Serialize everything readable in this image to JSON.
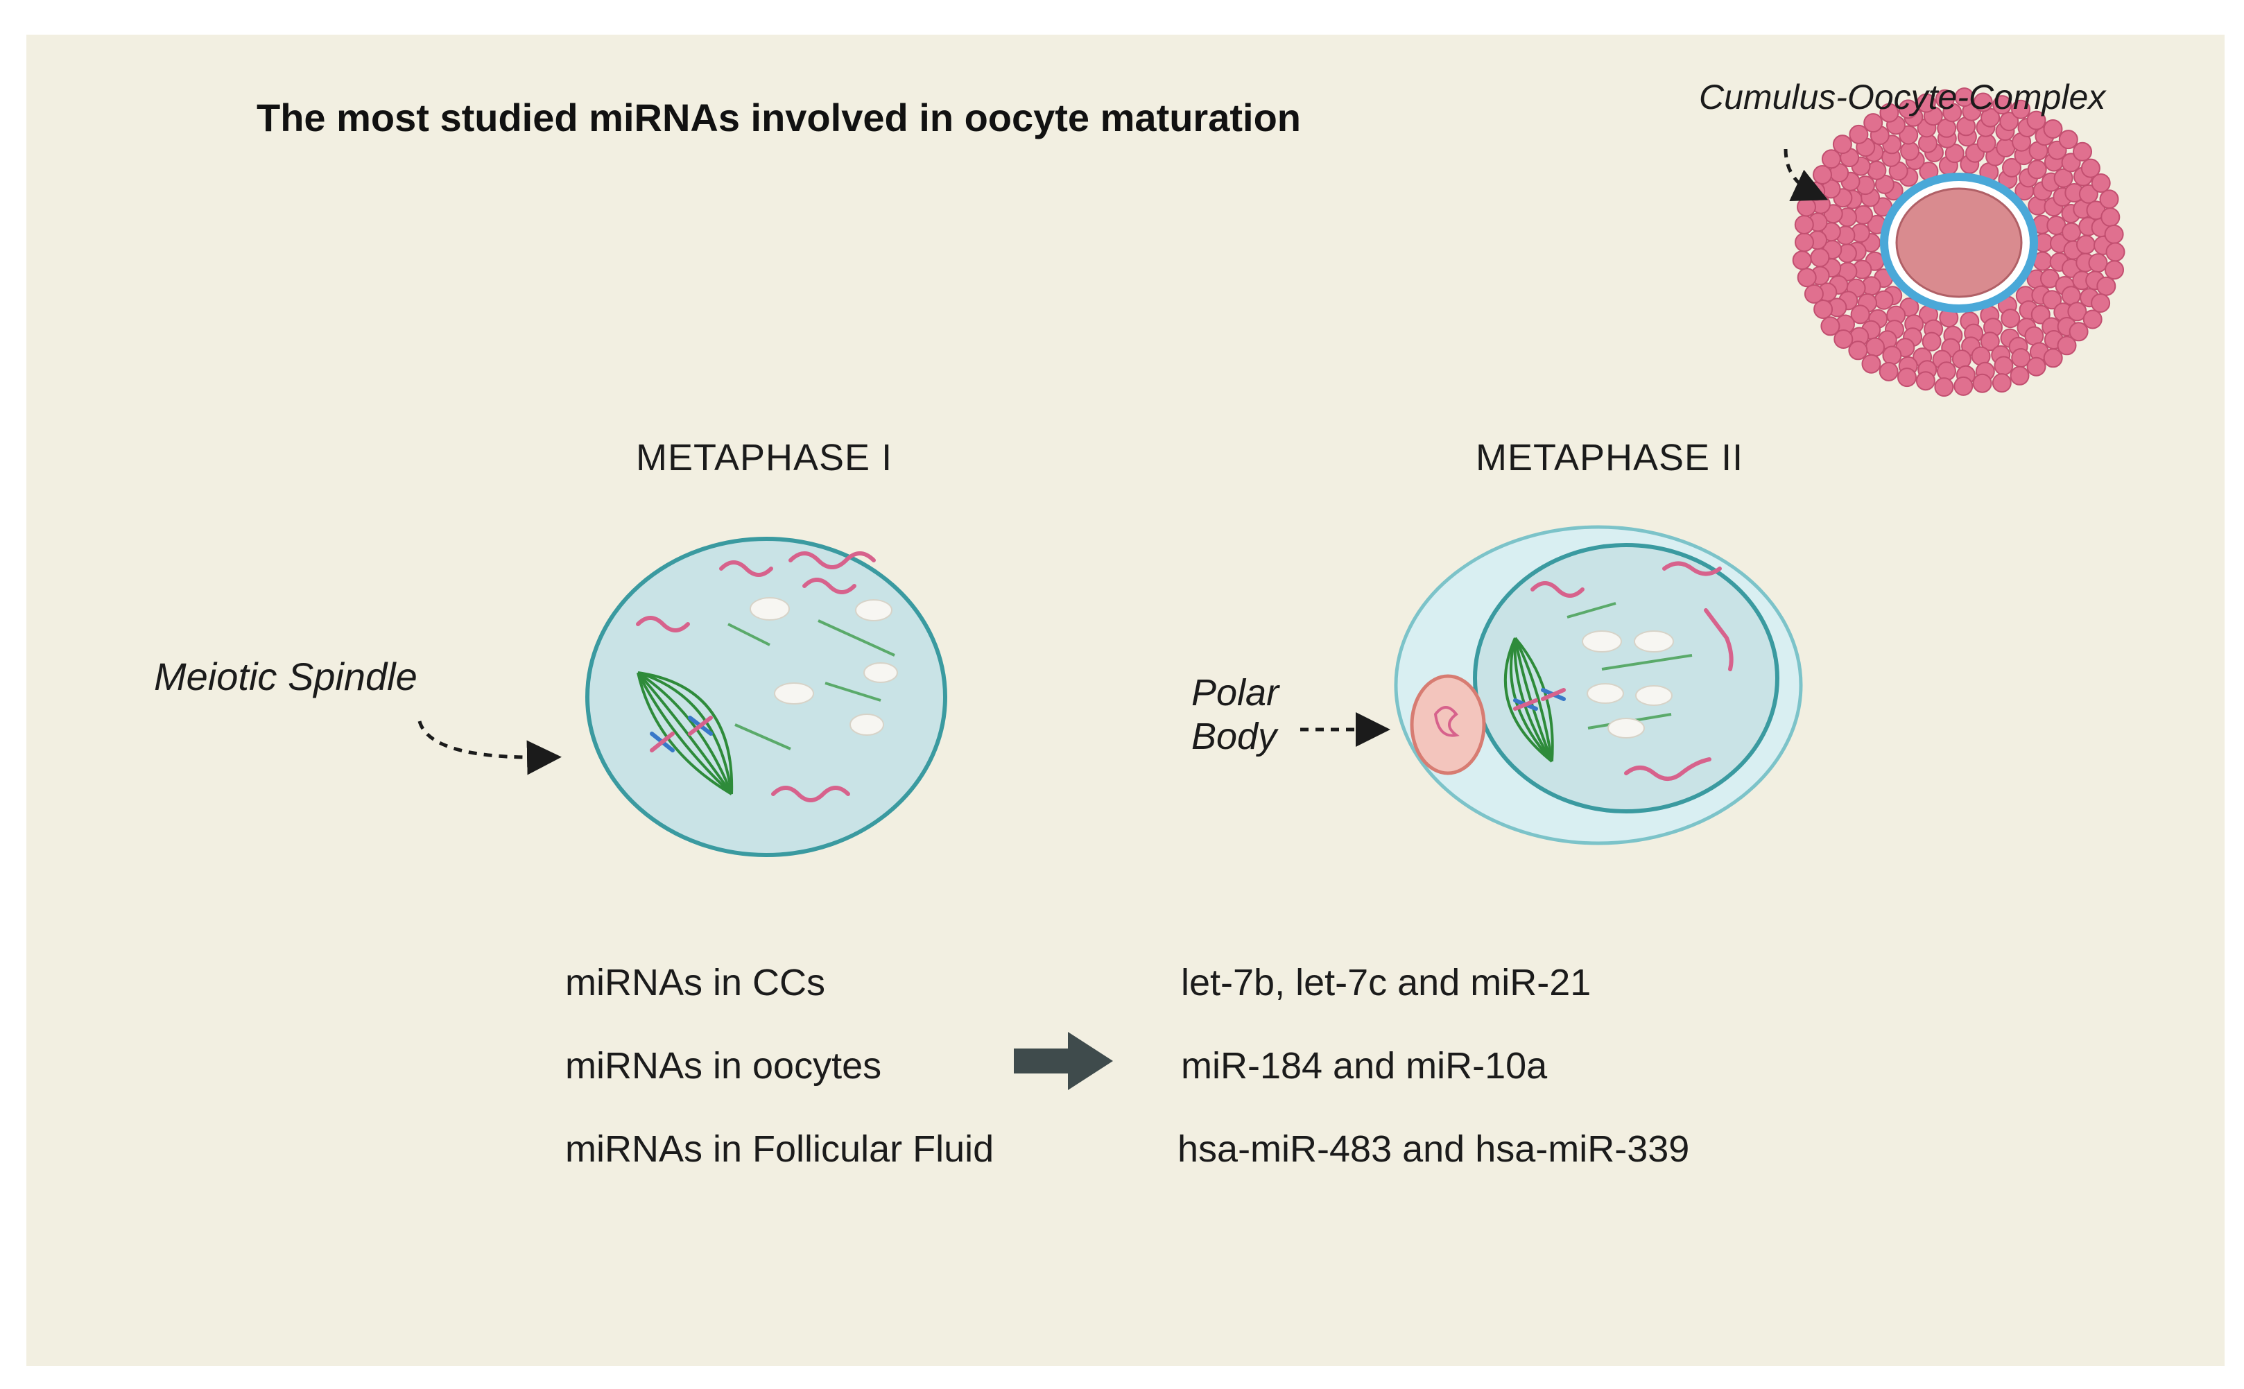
{
  "title": "The most studied miRNAs involved in oocyte maturation",
  "labels": {
    "coc": "Cumulus-Oocyte-Complex",
    "metaphase_1": "METAPHASE I",
    "metaphase_2": "METAPHASE II",
    "meiotic_spindle": "Meiotic Spindle",
    "polar_body_line1": "Polar",
    "polar_body_line2": "Body"
  },
  "mirna_rows": [
    {
      "source": "miRNAs in CCs",
      "mirnas": "let-7b, let-7c and miR-21"
    },
    {
      "source": "miRNAs in oocytes",
      "mirnas": "miR-184 and miR-10a"
    },
    {
      "source": "miRNAs in Follicular Fluid",
      "mirnas": "hsa-miR-483 and hsa-miR-339"
    }
  ],
  "colors": {
    "background": "#f2efe1",
    "cell_fill": "#c9e3e6",
    "cell_border": "#3a9aa0",
    "spindle": "#2e8b3a",
    "cumulus": "#e0708f",
    "oocyte": "#d98b8f",
    "zona": "#4aa8d8",
    "arrow": "#3f4b4c"
  }
}
